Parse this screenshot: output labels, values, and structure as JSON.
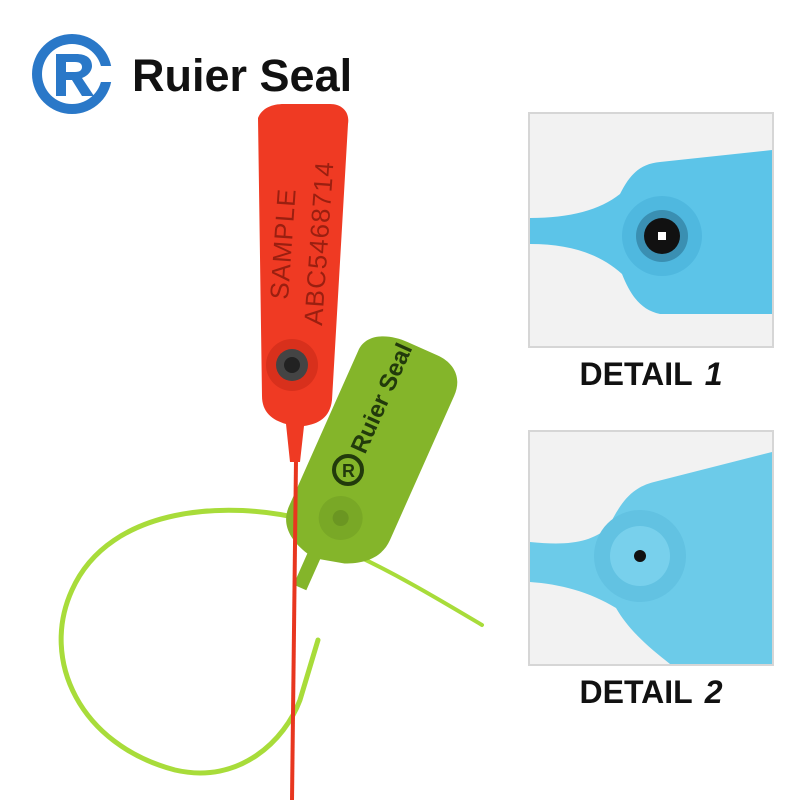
{
  "brand": {
    "name": "Ruier Seal",
    "logo_icon": "r-ring-logo-icon",
    "logo_color": "#2a78c8"
  },
  "product": {
    "red_tag": {
      "line1": "SAMPLE",
      "line2": "ABC5468714",
      "color": "#ef3a23"
    },
    "green_tag": {
      "text": "Ruier Seal",
      "color": "#84b52a",
      "cable_color": "#a8dc3a"
    }
  },
  "details": [
    {
      "label": "DETAIL",
      "number": "1",
      "seal_color": "#5cc4e8"
    },
    {
      "label": "DETAIL",
      "number": "2",
      "seal_color": "#6ccbe9"
    }
  ]
}
